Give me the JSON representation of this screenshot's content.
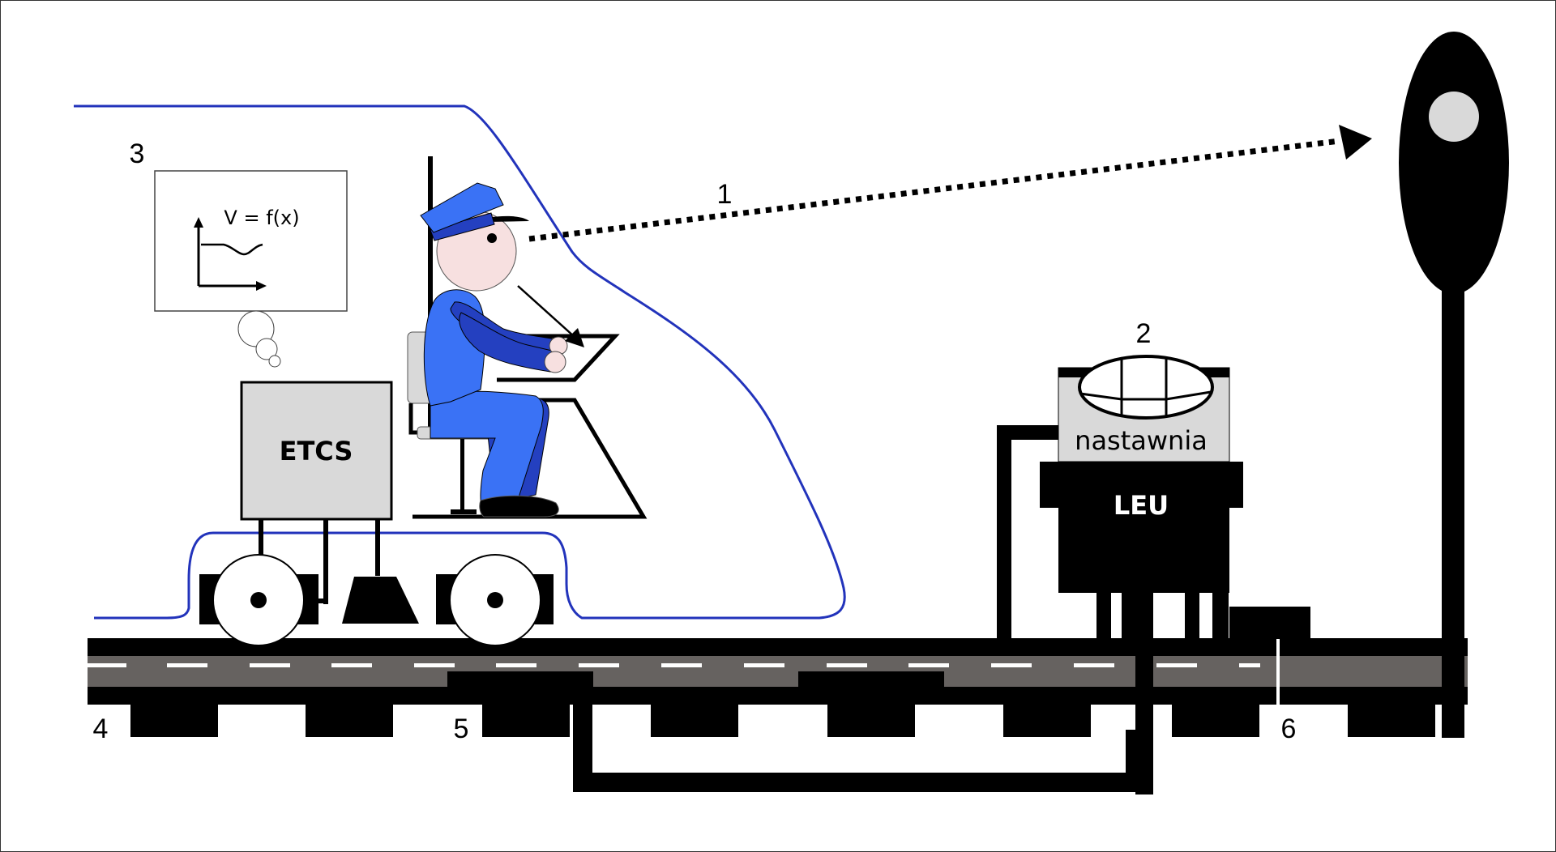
{
  "diagram": {
    "labels": {
      "n1": "1",
      "n2": "2",
      "n3": "3",
      "n4": "4",
      "n5": "5",
      "n6": "6"
    },
    "etcs_box": {
      "label": "ETCS"
    },
    "thought_bubble": {
      "formula": "V = f(x)"
    },
    "interlocking": {
      "label": "nastawnia"
    },
    "leu": {
      "label": "LEU"
    },
    "colors": {
      "train_outline": "#2233bb",
      "uniform_light": "#3a72f5",
      "uniform_dark": "#2440c0",
      "skin": "#f7e0e0",
      "box_fill": "#d9d9d9",
      "ballast": "#666260",
      "rail": "#000000",
      "signal_lamp": "#d9d9d9"
    }
  }
}
